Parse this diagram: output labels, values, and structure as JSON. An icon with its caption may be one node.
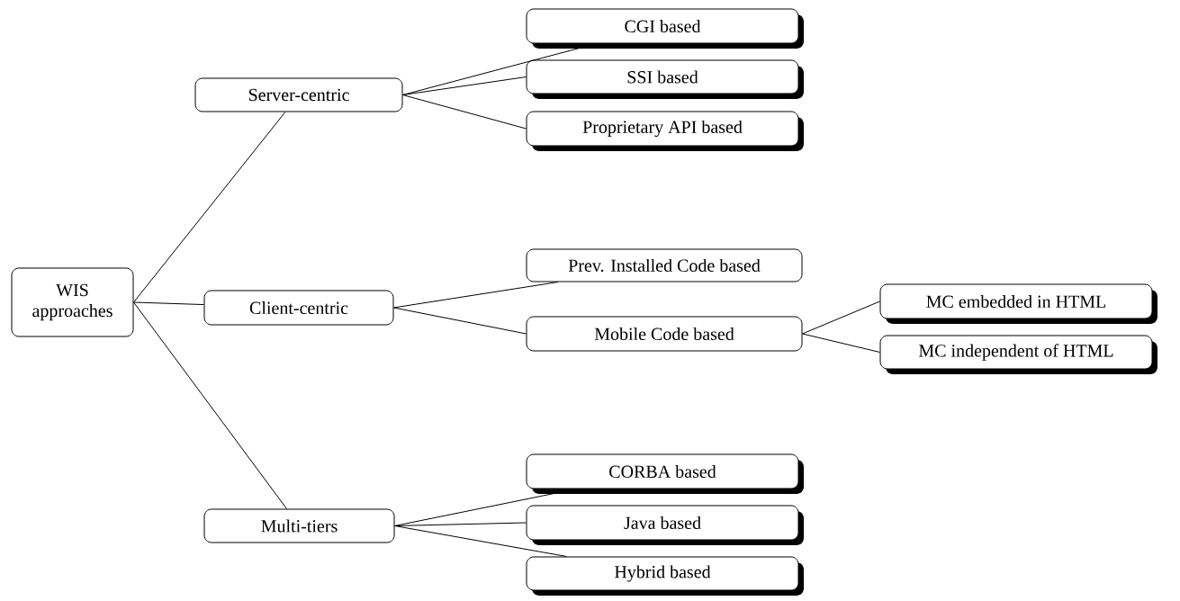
{
  "diagram": {
    "nodes": [
      {
        "text": [
          "WIS approaches"
        ]
      },
      {
        "text": [
          "Server-centric"
        ]
      },
      {
        "text": [
          "Client-centric"
        ]
      },
      {
        "text": [
          "Multi-tiers"
        ]
      },
      {
        "text": [
          "CGI based"
        ]
      },
      {
        "text": [
          "SSI based"
        ]
      },
      {
        "text": [
          "Proprietary API based"
        ]
      },
      {
        "text": [
          "Prev. Installed Code based"
        ]
      },
      {
        "text": [
          "Mobile Code based"
        ]
      },
      {
        "text": [
          "MC embedded in HTML"
        ]
      },
      {
        "text": [
          "MC independent of HTML"
        ]
      },
      {
        "text": [
          "CORBA based"
        ]
      },
      {
        "text": [
          "Java based"
        ]
      },
      {
        "text": [
          "Hybrid based"
        ]
      }
    ],
    "edges": [
      {
        "from": 0,
        "to": 1,
        "arrow": "none"
      },
      {
        "from": 0,
        "to": 2,
        "arrow": "none"
      },
      {
        "from": 0,
        "to": 3,
        "arrow": "none"
      },
      {
        "from": 1,
        "to": 4,
        "arrow": "none"
      },
      {
        "from": 1,
        "to": 5,
        "arrow": "none"
      },
      {
        "from": 1,
        "to": 6,
        "arrow": "none"
      },
      {
        "from": 2,
        "to": 7,
        "arrow": "none"
      },
      {
        "from": 2,
        "to": 8,
        "arrow": "none"
      },
      {
        "from": 8,
        "to": 9,
        "arrow": "none"
      },
      {
        "from": 8,
        "to": 10,
        "arrow": "none"
      },
      {
        "from": 3,
        "to": 11,
        "arrow": "none"
      },
      {
        "from": 3,
        "to": 12,
        "arrow": "none"
      },
      {
        "from": 3,
        "to": 13,
        "arrow": "none"
      }
    ]
  }
}
